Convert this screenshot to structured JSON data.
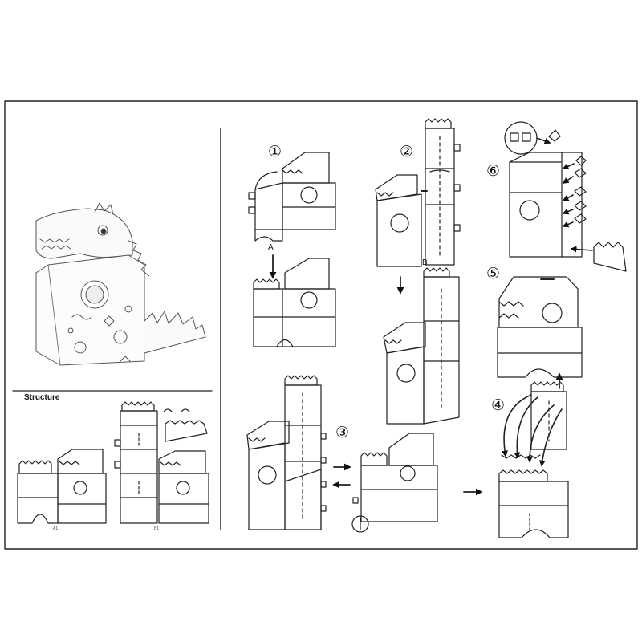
{
  "structure": {
    "title": "Structure",
    "part_labels": [
      "A1",
      "B1"
    ]
  },
  "steps": {
    "labels": [
      "①",
      "②",
      "③",
      "④",
      "⑤",
      "⑥"
    ]
  },
  "assembly_labels": {
    "a": "A",
    "b": "B"
  }
}
